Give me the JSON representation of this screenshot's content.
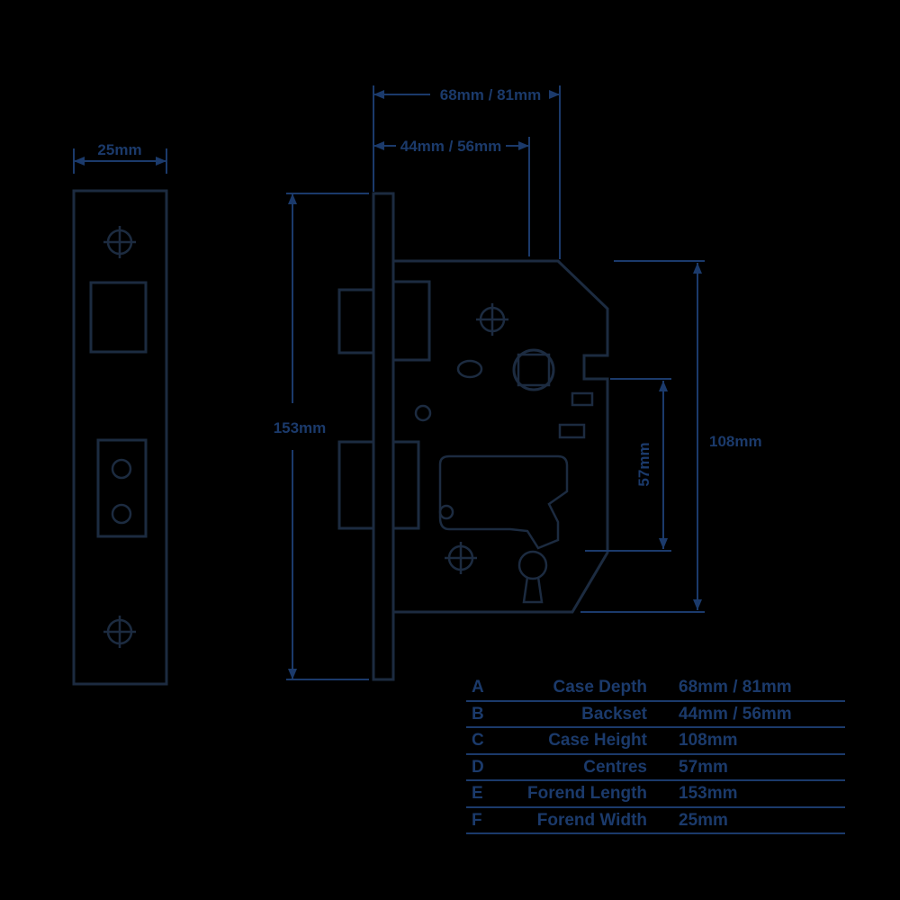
{
  "colors": {
    "background": "#000000",
    "line": "#1c2b40",
    "text": "#1b3a6b"
  },
  "diagram": {
    "title": "mortice-sashlock-dimension-drawing",
    "labels": {
      "forend_width": "25mm",
      "case_depth": "68mm / 81mm",
      "backset": "44mm / 56mm",
      "forend_length": "153mm",
      "case_height": "108mm",
      "centres": "57mm"
    }
  },
  "table": {
    "rows": [
      {
        "letter": "A",
        "label": "Case Depth",
        "value": "68mm / 81mm"
      },
      {
        "letter": "B",
        "label": "Backset",
        "value": "44mm / 56mm"
      },
      {
        "letter": "C",
        "label": "Case Height",
        "value": "108mm"
      },
      {
        "letter": "D",
        "label": "Centres",
        "value": "57mm"
      },
      {
        "letter": "E",
        "label": "Forend Length",
        "value": "153mm"
      },
      {
        "letter": "F",
        "label": "Forend Width",
        "value": "25mm"
      }
    ]
  }
}
